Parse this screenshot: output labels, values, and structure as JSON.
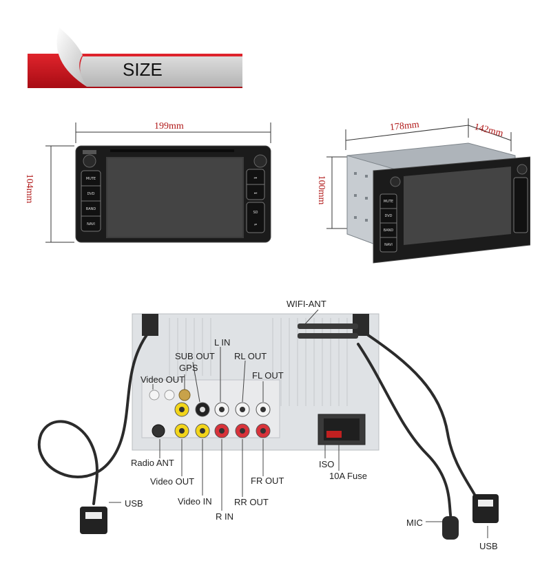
{
  "banner": {
    "title": "SIZE",
    "accent_color": "#c4121c"
  },
  "front_view": {
    "width_label": "199mm",
    "height_label": "104mm"
  },
  "angled_view": {
    "width_label": "178mm",
    "depth_label": "142mm",
    "height_label": "100mm"
  },
  "unit_buttons": [
    "MUTE",
    "DVD",
    "BAND",
    "NAVI"
  ],
  "back_view": {
    "labels": {
      "wifi_ant": "WIFI-ANT",
      "l_in": "L IN",
      "sub_out": "SUB OUT",
      "rl_out": "RL OUT",
      "gps": "GPS",
      "video_out_top": "Video OUT",
      "fl_out": "FL OUT",
      "radio_ant": "Radio ANT",
      "video_out_bottom": "Video OUT",
      "video_in": "Video IN",
      "r_in": "R IN",
      "rr_out": "RR OUT",
      "fr_out": "FR OUT",
      "iso": "ISO",
      "fuse": "10A Fuse",
      "usb_left": "USB",
      "usb_right": "USB",
      "mic": "MIC"
    }
  }
}
